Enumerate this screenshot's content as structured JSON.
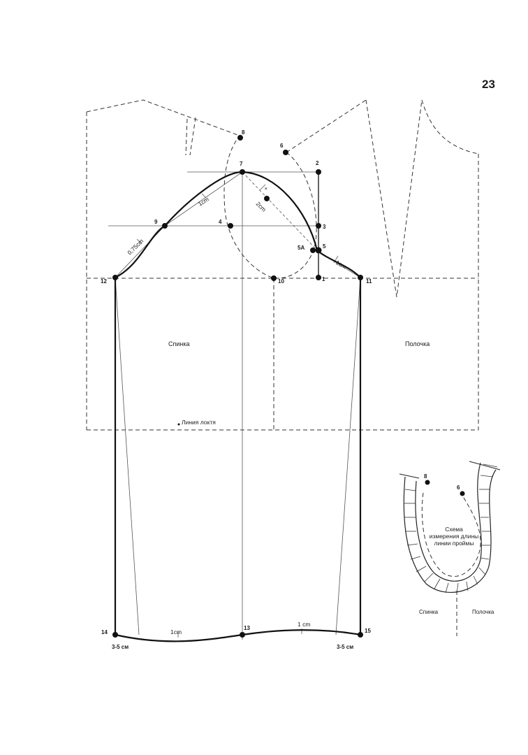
{
  "page": {
    "number": "23"
  },
  "pattern": {
    "back_label": "Спинка",
    "front_label": "Полочка",
    "elbow_line_label": "Линия локтя",
    "point_labels": {
      "p1": "1",
      "p2": "2",
      "p3": "3",
      "p4": "4",
      "p5": "5",
      "p5a": "5А",
      "p6": "6",
      "p7": "7",
      "p8": "8",
      "p9": "9",
      "p10": "10",
      "p11": "11",
      "p12": "12",
      "p13": "13",
      "p14": "14",
      "p15": "15"
    },
    "measure_labels": {
      "cap_back_1cm": "1cm",
      "cap_front_2cm": "2cm",
      "cap_plus": "+",
      "cap_back_075cm": "0,75cm",
      "cap_front_1cm": "1cm",
      "hem_back_1cm": "1cm",
      "hem_front_1cm": "1 cm",
      "hem_left_offset": "3-5 см",
      "hem_right_offset": "3-5 см"
    }
  },
  "inset": {
    "caption_lines": [
      "Схема",
      "измерения длины",
      "линии проймы"
    ],
    "back_label": "Спинка",
    "front_label": "Полочка",
    "point_8": "8",
    "point_6": "6"
  }
}
